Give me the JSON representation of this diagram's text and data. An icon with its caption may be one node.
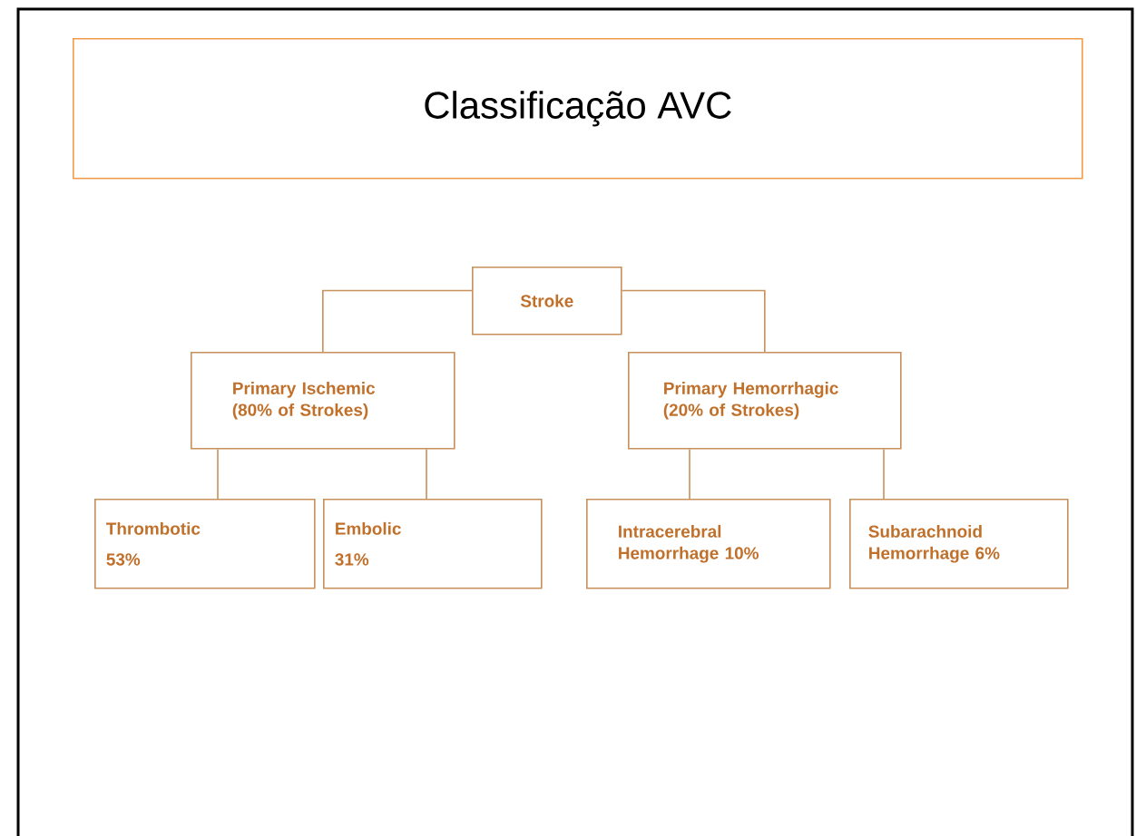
{
  "diagram": {
    "title": "Classificação AVC",
    "nodes": [
      {
        "text": [
          "Stroke"
        ]
      },
      {
        "text": [
          "Primary Ischemic (80% of Strokes)"
        ]
      },
      {
        "text": [
          "Primary Hemorrhagic (20% of Strokes)"
        ]
      },
      {
        "text": [
          "Thrombotic",
          "53%"
        ]
      },
      {
        "text": [
          "Embolic",
          "31%"
        ]
      },
      {
        "text": [
          "Intracerebral Hemorrhage 10%"
        ]
      },
      {
        "text": [
          "Subarachnoid Hemorrhage 6%"
        ]
      }
    ],
    "edges": [
      {
        "from": 0,
        "to": 1,
        "arrow": "none"
      },
      {
        "from": 0,
        "to": 2,
        "arrow": "none"
      },
      {
        "from": 1,
        "to": 3,
        "arrow": "none"
      },
      {
        "from": 1,
        "to": 4,
        "arrow": "none"
      },
      {
        "from": 2,
        "to": 5,
        "arrow": "none"
      },
      {
        "from": 2,
        "to": 6,
        "arrow": "none"
      }
    ]
  }
}
